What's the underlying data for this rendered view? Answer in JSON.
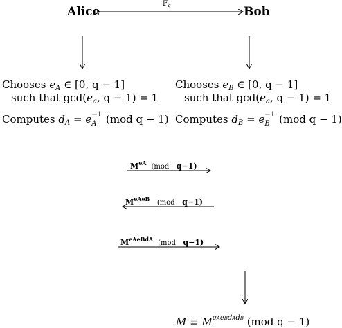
{
  "header": {
    "left_party": "Alice",
    "right_party": "Bob",
    "channel_label": "𝔽",
    "channel_sub": "q"
  },
  "alice": {
    "choose_prefix": "Chooses ",
    "choose_var": "e",
    "choose_sub": "A",
    "choose_range": " ∈ [0, q − 1]",
    "such_that": "such that gcd(",
    "gcd_var": "e",
    "gcd_sub": "a",
    "gcd_tail": ", q − 1) = 1",
    "compute_prefix": "Computes ",
    "d_var": "d",
    "d_sub": "A",
    "eq": " = ",
    "inv_var": "e",
    "inv_sub": "A",
    "inv_sup": "−1",
    "mod_tail": " (mod q − 1)"
  },
  "bob": {
    "choose_prefix": "Chooses ",
    "choose_var": "e",
    "choose_sub": "B",
    "choose_range": " ∈ [0, q − 1]",
    "such_that": "such that gcd(",
    "gcd_var": "e",
    "gcd_sub": "a",
    "gcd_tail": ", q − 1) = 1",
    "compute_prefix": "Computes ",
    "d_var": "d",
    "d_sub": "B",
    "eq": " = ",
    "inv_var": "e",
    "inv_sub": "B",
    "inv_sup": "−1",
    "mod_tail": " (mod q − 1)"
  },
  "messages": [
    {
      "base": "M",
      "exp": "eA",
      "mod": "(mod",
      "modulus": "q−1)"
    },
    {
      "base": "M",
      "exp": "eAeB",
      "mod": "(mod",
      "modulus": "q−1)"
    },
    {
      "base": "M",
      "exp": "eAeBdA",
      "mod": "(mod",
      "modulus": "q−1)"
    }
  ],
  "result": {
    "lhs": "M",
    "rel": " ≡ ",
    "base": "M",
    "exp_e1": "e",
    "exp_s1": "A",
    "exp_e2": "e",
    "exp_s2": "B",
    "exp_d1": "d",
    "exp_s3": "A",
    "exp_d2": "d",
    "exp_s4": "B",
    "mod_tail": " (mod q − 1)"
  }
}
